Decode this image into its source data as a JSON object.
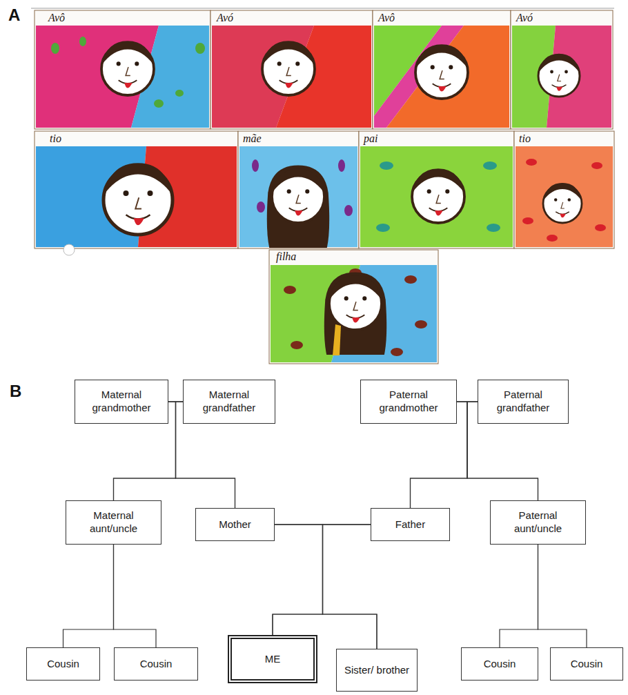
{
  "diagram": {
    "nodes": [
      {
        "text": [
          "Maternal grandmother"
        ]
      },
      {
        "text": [
          "Maternal grandfather"
        ]
      },
      {
        "text": [
          "Paternal grandmother"
        ]
      },
      {
        "text": [
          "Paternal grandfather"
        ]
      },
      {
        "text": [
          "Maternal aunt/uncle"
        ]
      },
      {
        "text": [
          "Mother"
        ]
      },
      {
        "text": [
          "Father"
        ]
      },
      {
        "text": [
          "Paternal aunt/uncle"
        ]
      },
      {
        "text": [
          "Cousin"
        ]
      },
      {
        "text": [
          "Cousin"
        ]
      },
      {
        "text": [
          "ME"
        ]
      },
      {
        "text": [
          "Sister/ brother"
        ]
      },
      {
        "text": [
          "Cousin"
        ]
      },
      {
        "text": [
          "Cousin"
        ]
      }
    ],
    "edges": [
      {
        "from": 0,
        "to": 1,
        "arrow": "none"
      },
      {
        "from": 0,
        "to": 4,
        "arrow": "none"
      },
      {
        "from": 0,
        "to": 5,
        "arrow": "none"
      },
      {
        "from": 1,
        "to": 4,
        "arrow": "none"
      },
      {
        "from": 1,
        "to": 5,
        "arrow": "none"
      },
      {
        "from": 2,
        "to": 3,
        "arrow": "none"
      },
      {
        "from": 2,
        "to": 6,
        "arrow": "none"
      },
      {
        "from": 2,
        "to": 7,
        "arrow": "none"
      },
      {
        "from": 3,
        "to": 6,
        "arrow": "none"
      },
      {
        "from": 3,
        "to": 7,
        "arrow": "none"
      },
      {
        "from": 5,
        "to": 6,
        "arrow": "none"
      },
      {
        "from": 5,
        "to": 10,
        "arrow": "none"
      },
      {
        "from": 5,
        "to": 11,
        "arrow": "none"
      },
      {
        "from": 6,
        "to": 10,
        "arrow": "none"
      },
      {
        "from": 6,
        "to": 11,
        "arrow": "none"
      },
      {
        "from": 4,
        "to": 8,
        "arrow": "none"
      },
      {
        "from": 4,
        "to": 9,
        "arrow": "none"
      },
      {
        "from": 7,
        "to": 12,
        "arrow": "none"
      },
      {
        "from": 7,
        "to": 13,
        "arrow": "none"
      }
    ],
    "labels": [
      "A",
      "Avô",
      "Avó",
      "Avô",
      "Avó",
      "tio",
      "mãe",
      "pai",
      "tio",
      "filha",
      "B"
    ]
  }
}
